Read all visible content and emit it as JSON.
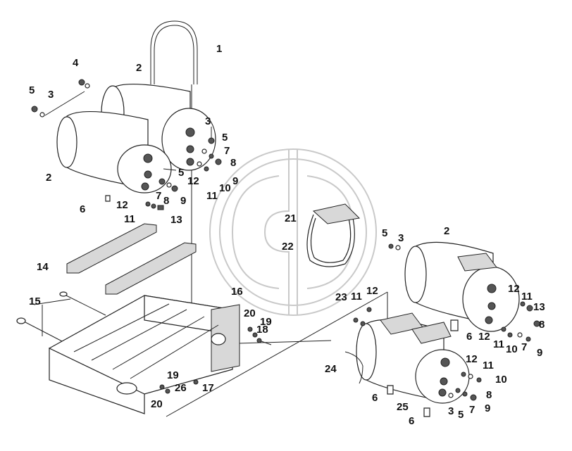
{
  "diagram": {
    "callouts": [
      "1",
      "2",
      "2",
      "3",
      "3",
      "4",
      "5",
      "5",
      "5",
      "6",
      "7",
      "7",
      "8",
      "8",
      "9",
      "9",
      "10",
      "11",
      "11",
      "12",
      "12",
      "13",
      "14",
      "15",
      "16",
      "17",
      "18",
      "19",
      "19",
      "20",
      "20",
      "21",
      "22",
      "26",
      "5",
      "3",
      "2",
      "23",
      "11",
      "12",
      "12",
      "11",
      "13",
      "8",
      "6",
      "12",
      "11",
      "10",
      "7",
      "9",
      "24",
      "12",
      "11",
      "10",
      "6",
      "25",
      "3",
      "5",
      "7",
      "9",
      "8",
      "6"
    ]
  }
}
